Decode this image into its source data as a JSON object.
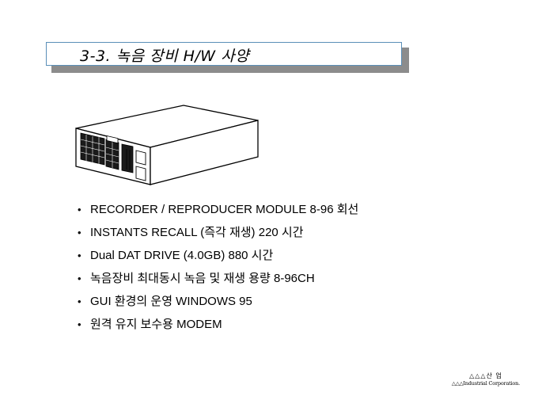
{
  "slide": {
    "title": "3-3. 녹음 장비 H/W 사양",
    "bullets": [
      "RECORDER / REPRODUCER MODULE  8-96 회선",
      "INSTANTS RECALL (즉각 재생)  220 시간",
      "Dual DAT DRIVE (4.0GB) 880 시간",
      "녹음장비 최대동시 녹음 및 재생 용량  8-96CH",
      "GUI 환경의 운영 WINDOWS 95",
      "원격 유지 보수용 MODEM"
    ],
    "bullet_symbol": "•",
    "device_icon": "server-recorder-icon",
    "footer": {
      "line1": "△△△산  업",
      "line2": "△△△Industrial Corporation."
    },
    "colors": {
      "title_border": "#5a8fb8",
      "title_shadow": "#8c8c8c"
    }
  }
}
